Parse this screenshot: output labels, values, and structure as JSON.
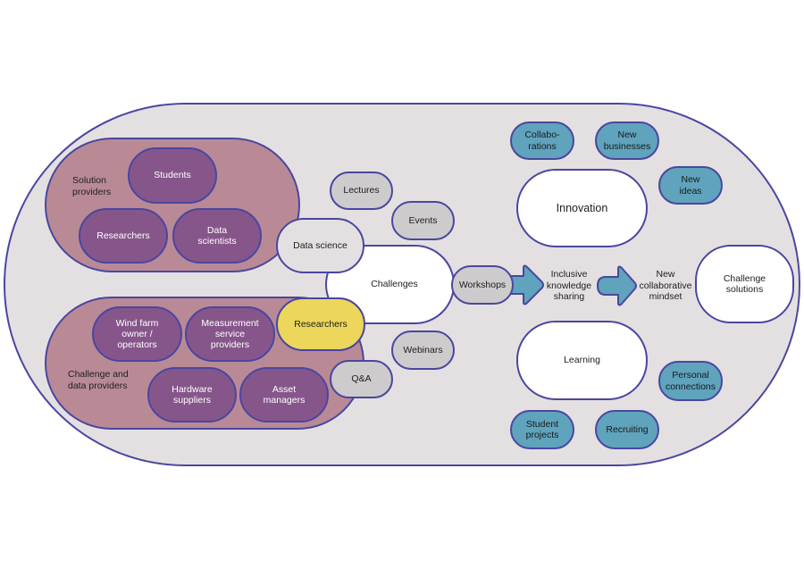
{
  "colors": {
    "outline": "#4a46a0",
    "background_shape": "#e4e0e1",
    "provider_group": "#b98a95",
    "provider_pill": "#86568b",
    "format_pill": "#cdcbcc",
    "highlight": "#ecd65b",
    "outcome_pill": "#5fa3bd",
    "arrow": "#5fa3bd"
  },
  "solution_providers": {
    "label": "Solution\nproviders",
    "members": [
      "Students",
      "Researchers",
      "Data\nscientists"
    ]
  },
  "challenge_providers": {
    "label": "Challenge and\ndata providers",
    "members": [
      "Wind farm\nowner /\noperators",
      "Measurement\nservice\nproviders",
      "Hardware\nsuppliers",
      "Asset\nmanagers"
    ]
  },
  "center": {
    "data_science": "Data science",
    "researchers": "Researchers",
    "challenges": "Challenges"
  },
  "formats": {
    "lectures": "Lectures",
    "events": "Events",
    "webinars": "Webinars",
    "qa": "Q&A",
    "workshops": "Workshops"
  },
  "flow": {
    "step1": "Inclusive\nknowledge\nsharing",
    "step2": "New\ncollaborative\nmindset",
    "result": "Challenge\nsolutions"
  },
  "innovation": {
    "label": "Innovation",
    "outcomes": [
      "Collabo-\nrations",
      "New\nbusinesses",
      "New\nideas"
    ]
  },
  "learning": {
    "label": "Learning",
    "outcomes": [
      "Personal\nconnections",
      "Student\nprojects",
      "Recruiting"
    ]
  }
}
